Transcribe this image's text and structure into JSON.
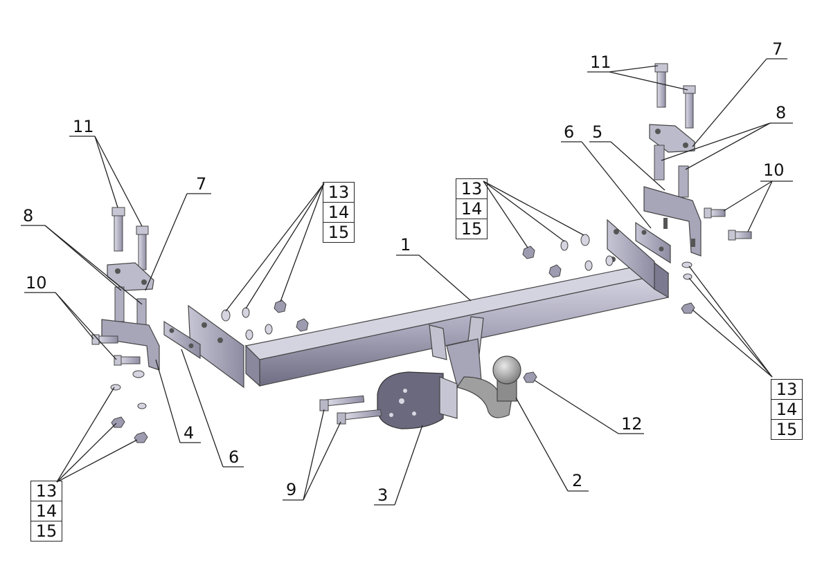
{
  "labels": {
    "p1": "1",
    "p2": "2",
    "p3": "3",
    "p4": "4",
    "p5": "5",
    "p6_left": "6",
    "p6_right": "6",
    "p7_left": "7",
    "p7_right": "7",
    "p8_left": "8",
    "p8_right": "8",
    "p9": "9",
    "p10_left": "10",
    "p10_right": "10",
    "p11_left": "11",
    "p11_right": "11",
    "p12": "12"
  },
  "stacks": {
    "top_left": [
      "13",
      "14",
      "15"
    ],
    "top_mid": [
      "13",
      "14",
      "15"
    ],
    "bottom_left": [
      "13",
      "14",
      "15"
    ],
    "right": [
      "13",
      "14",
      "15"
    ]
  },
  "colors": {
    "metal_light": "#c9c8d6",
    "metal_mid": "#a7a5b8",
    "metal_dark": "#6d6b80",
    "ball_grey": "#9a9a9a",
    "leader": "#222222"
  }
}
